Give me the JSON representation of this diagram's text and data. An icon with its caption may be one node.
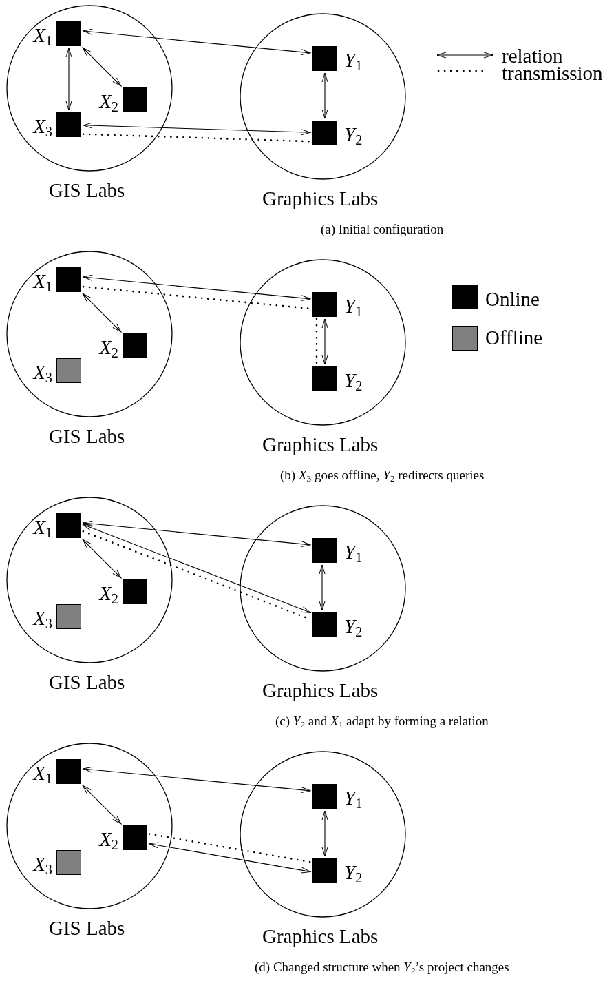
{
  "diagram": {
    "nodes": [
      {
        "text": [
          "GIS Labs"
        ]
      },
      {
        "text": [],
        "shape": "box",
        "beside": [
          "*X*$_{1}$"
        ],
        "in": 0
      },
      {
        "text": [],
        "shape": "box",
        "beside": [
          "*X*$_{2}$"
        ],
        "in": 0
      },
      {
        "text": [],
        "shape": "box",
        "beside": [
          "*X*$_{3}$"
        ],
        "in": 0
      },
      {
        "text": [
          "Graphics Labs"
        ]
      },
      {
        "text": [],
        "shape": "box",
        "beside": [
          "*Y*$_{1}$"
        ],
        "in": 4
      },
      {
        "text": [],
        "shape": "box",
        "beside": [
          "*Y*$_{2}$"
        ],
        "in": 4
      },
      {
        "text": [
          "GIS Labs"
        ]
      },
      {
        "text": [],
        "shape": "box",
        "beside": [
          "*X*$_{1}$"
        ],
        "in": 7
      },
      {
        "text": [],
        "shape": "box",
        "beside": [
          "*X*$_{2}$"
        ],
        "in": 7
      },
      {
        "text": [],
        "shape": "box",
        "beside": [
          "*X*$_{3}$"
        ],
        "in": 7
      },
      {
        "text": [
          "Graphics Labs"
        ]
      },
      {
        "text": [],
        "shape": "box",
        "beside": [
          "*Y*$_{1}$"
        ],
        "in": 11
      },
      {
        "text": [],
        "shape": "box",
        "beside": [
          "*Y*$_{2}$"
        ],
        "in": 11
      },
      {
        "text": [
          "GIS Labs"
        ]
      },
      {
        "text": [],
        "shape": "box",
        "beside": [
          "*X*$_{1}$"
        ],
        "in": 14
      },
      {
        "text": [],
        "shape": "box",
        "beside": [
          "*X*$_{2}$"
        ],
        "in": 14
      },
      {
        "text": [],
        "shape": "box",
        "beside": [
          "*X*$_{3}$"
        ],
        "in": 14
      },
      {
        "text": [
          "Graphics Labs"
        ]
      },
      {
        "text": [],
        "shape": "box",
        "beside": [
          "*Y*$_{1}$"
        ],
        "in": 18
      },
      {
        "text": [],
        "shape": "box",
        "beside": [
          "*Y*$_{2}$"
        ],
        "in": 18
      },
      {
        "text": [
          "GIS Labs"
        ]
      },
      {
        "text": [],
        "shape": "box",
        "beside": [
          "*X*$_{1}$"
        ],
        "in": 21
      },
      {
        "text": [],
        "shape": "box",
        "beside": [
          "*X*$_{2}$"
        ],
        "in": 21
      },
      {
        "text": [],
        "shape": "box",
        "beside": [
          "*X*$_{3}$"
        ],
        "in": 21
      },
      {
        "text": [
          "Graphics Labs"
        ]
      },
      {
        "text": [],
        "shape": "box",
        "beside": [
          "*Y*$_{1}$"
        ],
        "in": 25
      },
      {
        "text": [],
        "shape": "box",
        "beside": [
          "*Y*$_{2}$"
        ],
        "in": 25
      }
    ],
    "edges": [
      {
        "from": 1,
        "to": 5,
        "arrow": "both"
      },
      {
        "from": 1,
        "to": 2,
        "arrow": "both"
      },
      {
        "from": 1,
        "to": 3,
        "arrow": "both"
      },
      {
        "from": 5,
        "to": 6,
        "arrow": "both"
      },
      {
        "from": 3,
        "to": 6,
        "arrow": "both"
      },
      {
        "from": 3,
        "to": 6,
        "arrow": "none",
        "style": "dashed"
      },
      {
        "from": 8,
        "to": 12,
        "arrow": "both"
      },
      {
        "from": 8,
        "to": 12,
        "arrow": "none",
        "style": "dashed"
      },
      {
        "from": 8,
        "to": 9,
        "arrow": "both"
      },
      {
        "from": 12,
        "to": 13,
        "arrow": "both"
      },
      {
        "from": 12,
        "to": 13,
        "arrow": "none",
        "style": "dashed"
      },
      {
        "from": 15,
        "to": 19,
        "arrow": "both"
      },
      {
        "from": 15,
        "to": 16,
        "arrow": "both"
      },
      {
        "from": 19,
        "to": 20,
        "arrow": "both"
      },
      {
        "from": 15,
        "to": 20,
        "arrow": "both"
      },
      {
        "from": 15,
        "to": 20,
        "arrow": "none",
        "style": "dashed"
      },
      {
        "from": 22,
        "to": 26,
        "arrow": "both"
      },
      {
        "from": 22,
        "to": 23,
        "arrow": "both"
      },
      {
        "from": 26,
        "to": 27,
        "arrow": "both"
      },
      {
        "from": 23,
        "to": 27,
        "arrow": "both"
      },
      {
        "from": 23,
        "to": 27,
        "arrow": "none",
        "style": "dashed"
      }
    ],
    "labels": [
      "(a) Initial configuration",
      "(b) *X*$_{3}$ goes offline, *Y*$_{2}$ redirects queries",
      "(c) *Y*$_{2}$ and *X*$_{1}$ adapt by forming a relation",
      "(d) Changed structure when *Y*$_{2}$’s project changes"
    ],
    "legend": [
      {
        "text": "relation"
      },
      {
        "text": "transmission"
      },
      {
        "text": "Online",
        "color": "#000000"
      },
      {
        "text": "Offline",
        "color": "#808080"
      }
    ]
  }
}
